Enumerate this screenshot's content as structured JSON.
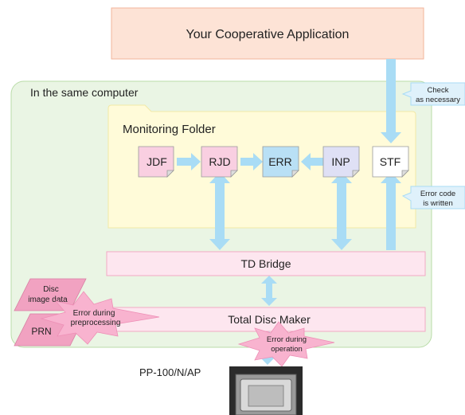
{
  "app_box": {
    "label": "Your Cooperative Application"
  },
  "computer_area": {
    "label": "In the same computer"
  },
  "monitoring_folder": {
    "label": "Monitoring Folder",
    "files": [
      {
        "id": "jdf",
        "label": "JDF"
      },
      {
        "id": "rjd",
        "label": "RJD"
      },
      {
        "id": "err",
        "label": "ERR"
      },
      {
        "id": "inp",
        "label": "INP"
      },
      {
        "id": "stf",
        "label": "STF"
      }
    ]
  },
  "callouts": {
    "check": {
      "line1": "Check",
      "line2": "as necessary"
    },
    "error_code": {
      "line1": "Error code",
      "line2": "is written"
    }
  },
  "td_bridge": {
    "label": "TD Bridge"
  },
  "total_disc_maker": {
    "label": "Total Disc Maker"
  },
  "inputs": {
    "disc_image": {
      "line1": "Disc",
      "line2": "image data"
    },
    "prn": {
      "label": "PRN"
    }
  },
  "bursts": {
    "preprocessing": {
      "line1": "Error during",
      "line2": "preprocessing"
    },
    "operation": {
      "line1": "Error during",
      "line2": "operation"
    }
  },
  "device": {
    "label": "PP-100/N/AP"
  },
  "colors": {
    "app_fill": "#fde3d6",
    "app_stroke": "#f2b49b",
    "computer_fill": "#eaf5e4",
    "computer_stroke": "#b9dca8",
    "folder_fill": "#fffbd9",
    "arrow": "#a9dcf5",
    "pink_bar": "#fde6ef",
    "pink_stroke": "#f2a9c5",
    "file_pink": "#f9cfe1",
    "file_blue": "#b9e0f5",
    "file_lilac": "#dfe0f5",
    "burst": "#f8b3cf",
    "parallelogram": "#f1a2c1"
  }
}
